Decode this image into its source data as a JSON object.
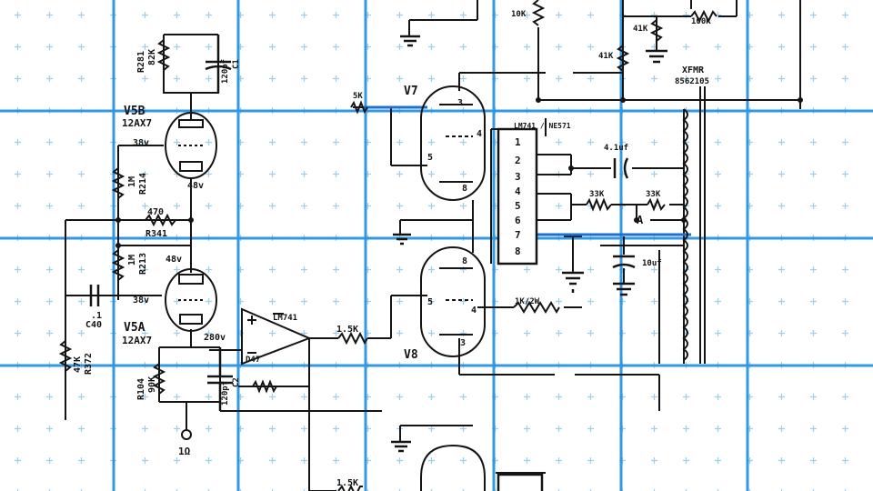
{
  "colors": {
    "background": "#ffffff",
    "grid_major": "#1e8fe0",
    "grid_plus": "#9ccfee",
    "ink": "#141414",
    "highlight_wire": "#1d6fd0"
  },
  "tubes": {
    "v5b": {
      "name": "V5B",
      "type": "12AX7",
      "plate_volts": "38v",
      "cathode_volts": "48v"
    },
    "v5a": {
      "name": "V5A",
      "type": "12AX7",
      "plate_volts": "48v",
      "cathode_volts": "38v"
    },
    "v7": {
      "name": "V7",
      "pins": [
        "3",
        "4",
        "5",
        "8"
      ]
    },
    "v8": {
      "name": "V8",
      "pins": [
        "8",
        "5",
        "4",
        "3"
      ]
    }
  },
  "components": {
    "r281": {
      "ref": "R281",
      "value": "82K"
    },
    "c1": {
      "ref": "C1",
      "value": "120pf"
    },
    "r214": {
      "ref": "R214",
      "value": "1M"
    },
    "r341": {
      "ref": "R341",
      "value": "470"
    },
    "r213": {
      "ref": "R213",
      "value": "1M"
    },
    "c40": {
      "ref": "C40",
      "value": ".1"
    },
    "r372": {
      "ref": "R372",
      "value": "47K"
    },
    "r104": {
      "ref": "R104",
      "value": "90K"
    },
    "c2": {
      "ref": "C2",
      "value": "120pf"
    },
    "opamp_supply": "280v",
    "opamp_label": "LM741",
    "opamp_part": "D47",
    "r_5k": "5K",
    "r_1_5k_a": "1.5K",
    "r_1_5k_b": "1.5K",
    "r_10k": "10K",
    "r_41k_a": "41K",
    "r_41k_b": "41K",
    "r_100k": "100K",
    "r_1k2w": "1K/2W",
    "r_33k_a": "33K",
    "r_33k_b": "33K",
    "cap_4_1uf": "4.1uf",
    "cap_10uf": "10uf",
    "node_a": "A",
    "input_r": "1Ω"
  },
  "ic": {
    "header": "LM741 / NE571",
    "pins": [
      "1",
      "2",
      "3",
      "4",
      "5",
      "6",
      "7",
      "8"
    ]
  },
  "transformer": {
    "label": "XFMR",
    "part": "8562105"
  }
}
